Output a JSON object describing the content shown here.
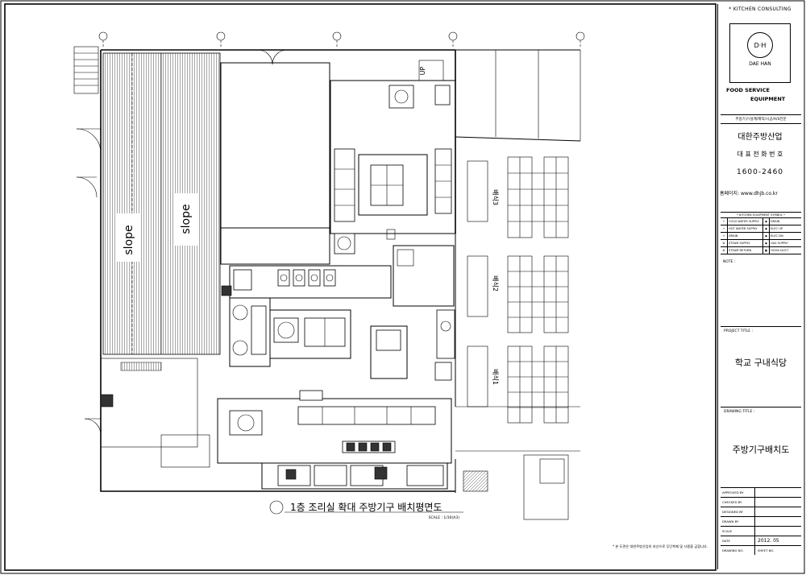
{
  "drawing": {
    "slope_labels": [
      "slope",
      "slope"
    ],
    "up_label": "UP",
    "serving_labels": [
      "배식3",
      "배식2",
      "배식1"
    ],
    "main_title": "1층 조리실 확대 주방기구 배치평면도",
    "scale_text": "SCALE : 1/30(A3)",
    "notes_text": "* 본 도면은 대한주방산업의 자산으로 무단복제 및 사용을 금합니다."
  },
  "title_block": {
    "consulting": "* KITCHEN CONSULTING",
    "logo_mark": "D·H",
    "logo_name": "DAE HAN",
    "tagline_1": "FOOD SERVICE",
    "tagline_2": "EQUIPMENT",
    "services": "주방기구/설계/제작/시공/A/S전문",
    "company_name": "대한주방산업",
    "rep_phone_label": "대 표 전 화 번 호",
    "rep_phone": "1600-2460",
    "homepage": "홈페이지: www.dhjb.co.kr",
    "legend_title": "* KITCHEN EQUIPMENT SYMBOL *",
    "legend": [
      [
        "COLD WATER SUPPLY",
        "DRAIN"
      ],
      [
        "HOT WATER SUPPLY",
        "ELEC UP"
      ],
      [
        "DRAIN",
        "ELEC DN"
      ],
      [
        "STEAM SUPPLY",
        "GAS SUPPLY"
      ],
      [
        "STEAM RETURN",
        "HOOD DUCT"
      ]
    ],
    "note_label": "NOTE :",
    "project_label": "PROJECT TITLE :",
    "project_title": "학교 구내식당",
    "drawing_label": "DRAWING TITLE :",
    "drawing_title": "주방기구배치도",
    "meta_rows": [
      {
        "label": "APPROVED BY",
        "value": ""
      },
      {
        "label": "CHECKED BY",
        "value": ""
      },
      {
        "label": "DESIGNED BY",
        "value": ""
      },
      {
        "label": "DRAWN BY",
        "value": ""
      },
      {
        "label": "SCALE",
        "value": ""
      },
      {
        "label": "DATE",
        "value": "2012. 05"
      },
      {
        "label": "DRAWING NO.",
        "value": "SHEET NO."
      }
    ]
  }
}
